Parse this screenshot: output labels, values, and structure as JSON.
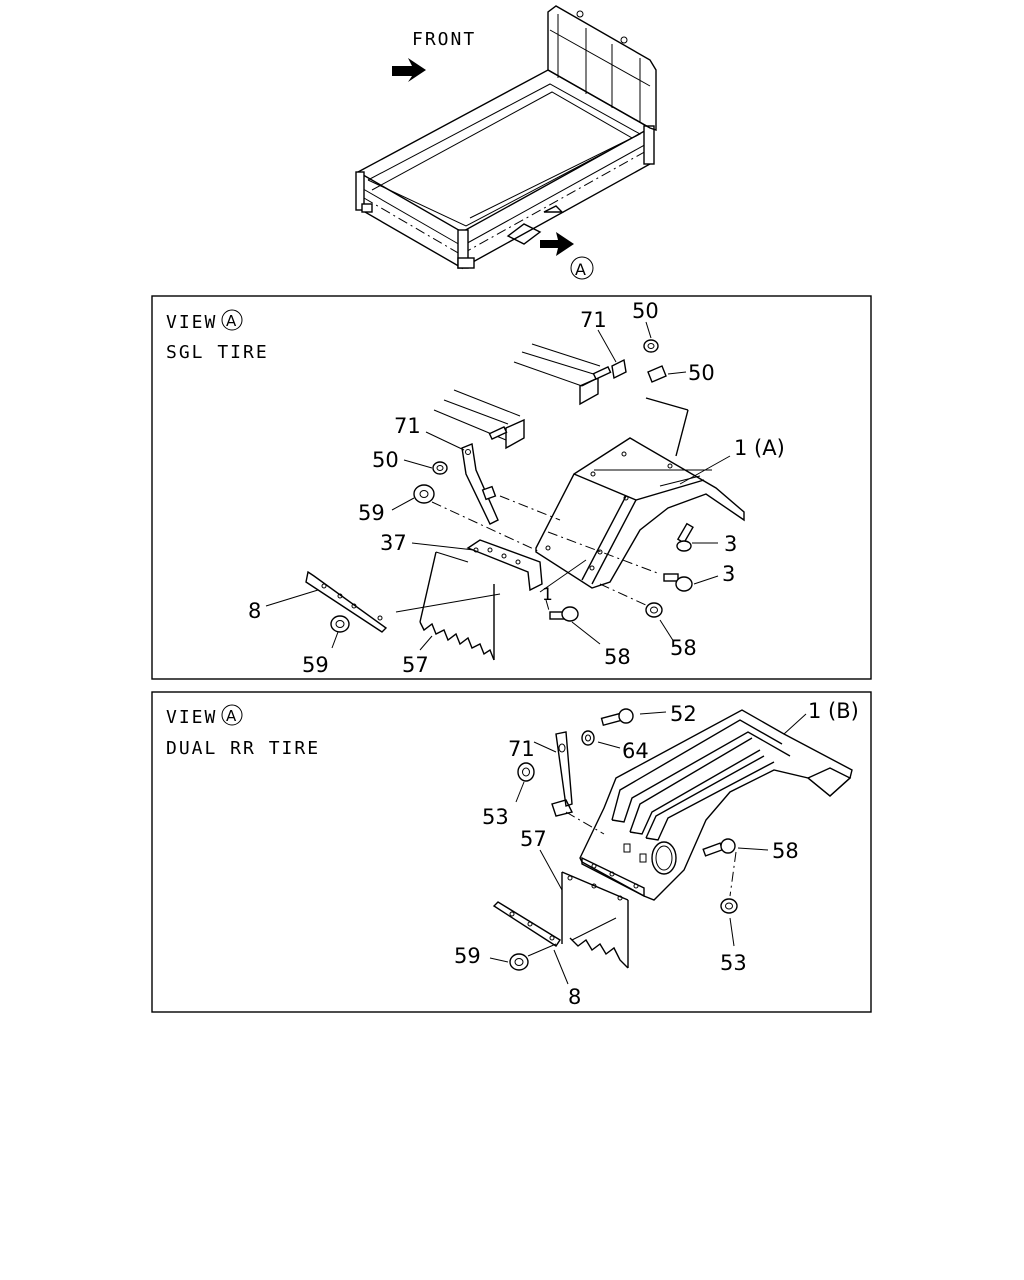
{
  "overview": {
    "front_label": "FRONT",
    "view_marker": "A"
  },
  "panels": [
    {
      "view_label": "VIEW",
      "view_marker": "A",
      "subtitle": "SGL TIRE",
      "callouts": {
        "c71": "71",
        "c50a": "50",
        "c50b": "50",
        "c71b": "71",
        "c50c": "50",
        "c1": "1 (A)",
        "c59": "59",
        "c37": "37",
        "c3a": "3",
        "c3b": "3",
        "c8": "8",
        "c1s": "1",
        "c59b": "59",
        "c57": "57",
        "c58a": "58",
        "c58b": "58"
      }
    },
    {
      "view_label": "VIEW",
      "view_marker": "A",
      "subtitle": "DUAL RR TIRE",
      "callouts": {
        "c71": "71",
        "c52": "52",
        "c1": "1 (B)",
        "c64": "64",
        "c53a": "53",
        "c57": "57",
        "c58": "58",
        "c59": "59",
        "c53b": "53",
        "c8": "8"
      }
    }
  ]
}
